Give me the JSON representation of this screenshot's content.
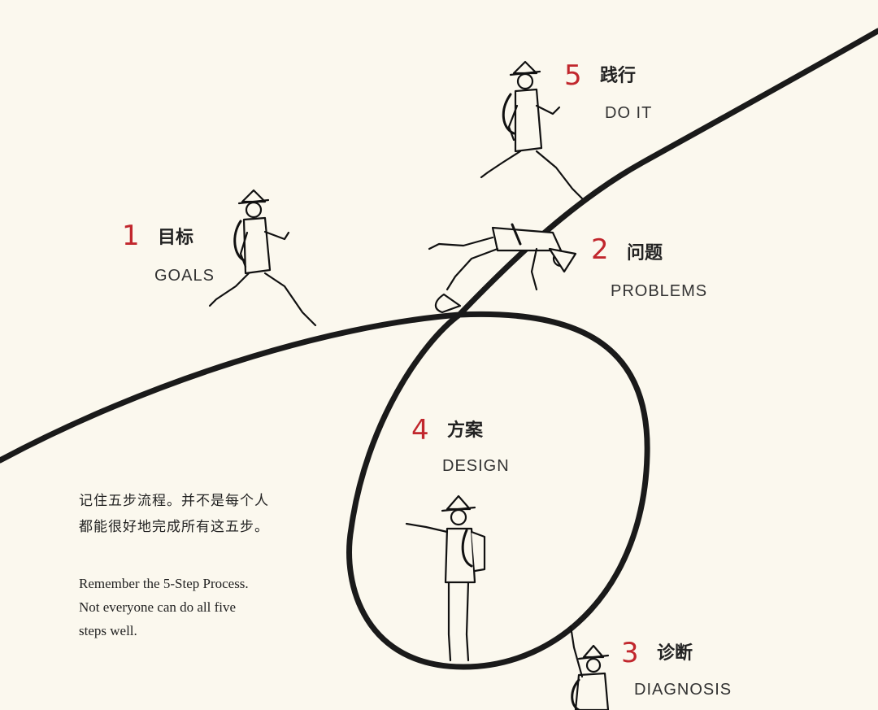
{
  "steps": [
    {
      "number": "1",
      "zh": "目标",
      "en": "GOALS"
    },
    {
      "number": "2",
      "zh": "问题",
      "en": "PROBLEMS"
    },
    {
      "number": "3",
      "zh": "诊断",
      "en": "DIAGNOSIS"
    },
    {
      "number": "4",
      "zh": "方案",
      "en": "DESIGN"
    },
    {
      "number": "5",
      "zh": "践行",
      "en": "DO IT"
    }
  ],
  "note": {
    "zh_lines": [
      "记住五步流程。并不是每个人",
      "都能很好地完成所有这五步。"
    ],
    "en_lines": [
      "Remember the 5-Step Process.",
      "Not everyone can do all five",
      "steps well."
    ]
  },
  "colors": {
    "background": "#fbf8ee",
    "number": "#c1272d",
    "line": "#1a1a1a"
  }
}
